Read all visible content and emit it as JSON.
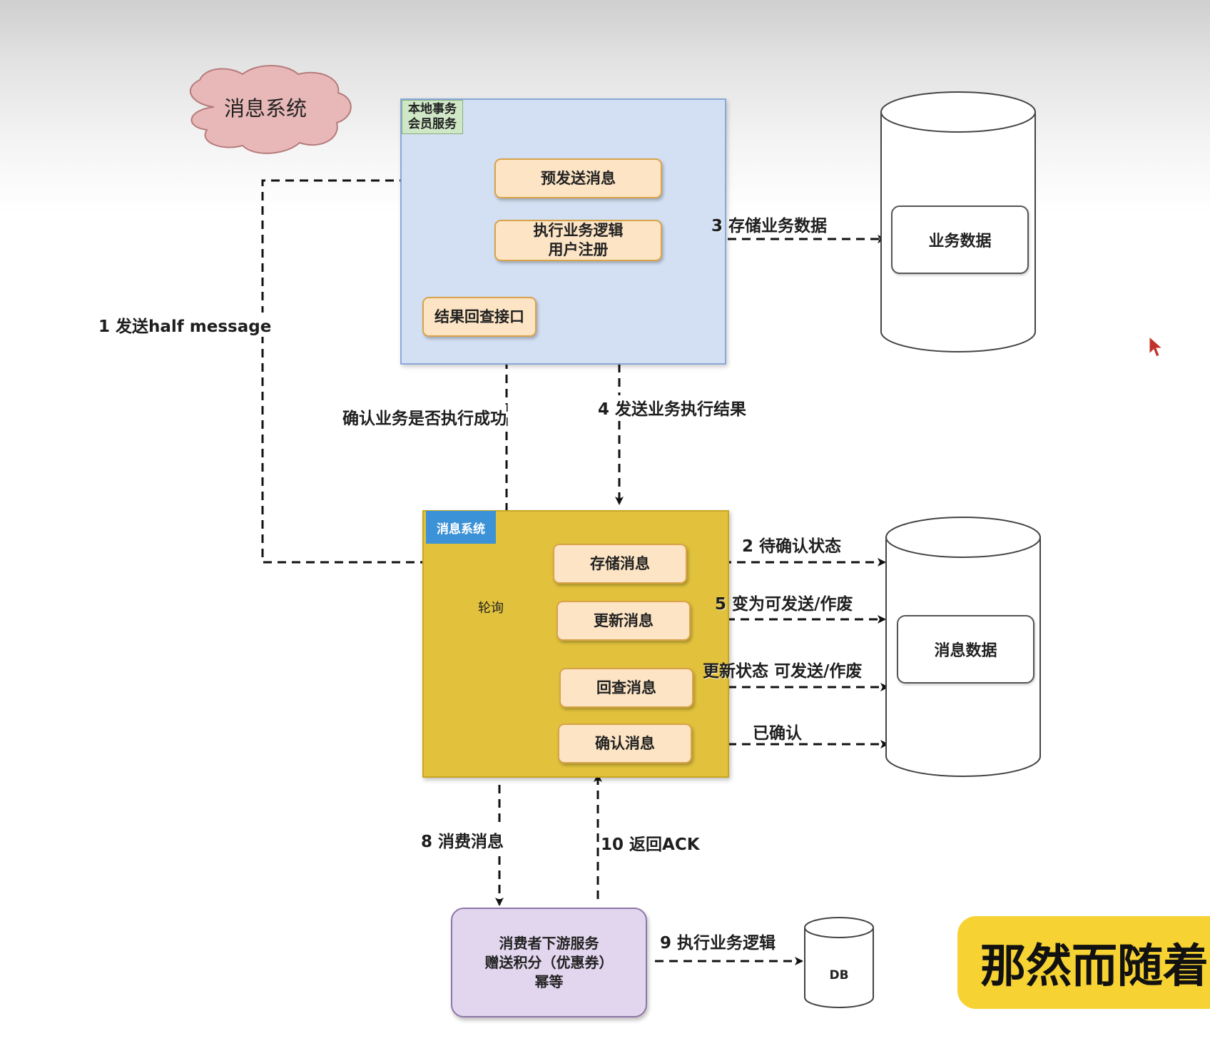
{
  "cloud": {
    "label": "消息系统"
  },
  "local_tx": {
    "tag": "本地事务\n会员服务",
    "pre_send": "预发送消息",
    "exec_logic": "执行业务逻辑\n用户注册",
    "check_api": "结果回查接口"
  },
  "business_db": {
    "label": "业务数据"
  },
  "mq": {
    "tag": "消息系统",
    "store": "存储消息",
    "update": "更新消息",
    "check": "回查消息",
    "confirm": "确认消息",
    "poll_label": "轮询"
  },
  "message_db": {
    "label": "消息数据"
  },
  "consumer": {
    "label": "消费者下游服务\n赠送积分（优惠券）\n幂等"
  },
  "db_small": {
    "label": "DB"
  },
  "edge_labels": {
    "half_message": "1 发送half message",
    "pending": "2 待确认状态",
    "store_business": "3 存储业务数据",
    "send_result": "4 发送业务执行结果",
    "to_sendable": "5 变为可发送/作废",
    "check_business": "确认业务是否执行成功",
    "update_state": "更新状态 可发送/作废",
    "confirmed": "已确认",
    "consume": "8 消费消息",
    "exec_business": "9 执行业务逻辑",
    "return_ack": "10 返回ACK"
  },
  "banner": {
    "text": "那然而随着"
  }
}
